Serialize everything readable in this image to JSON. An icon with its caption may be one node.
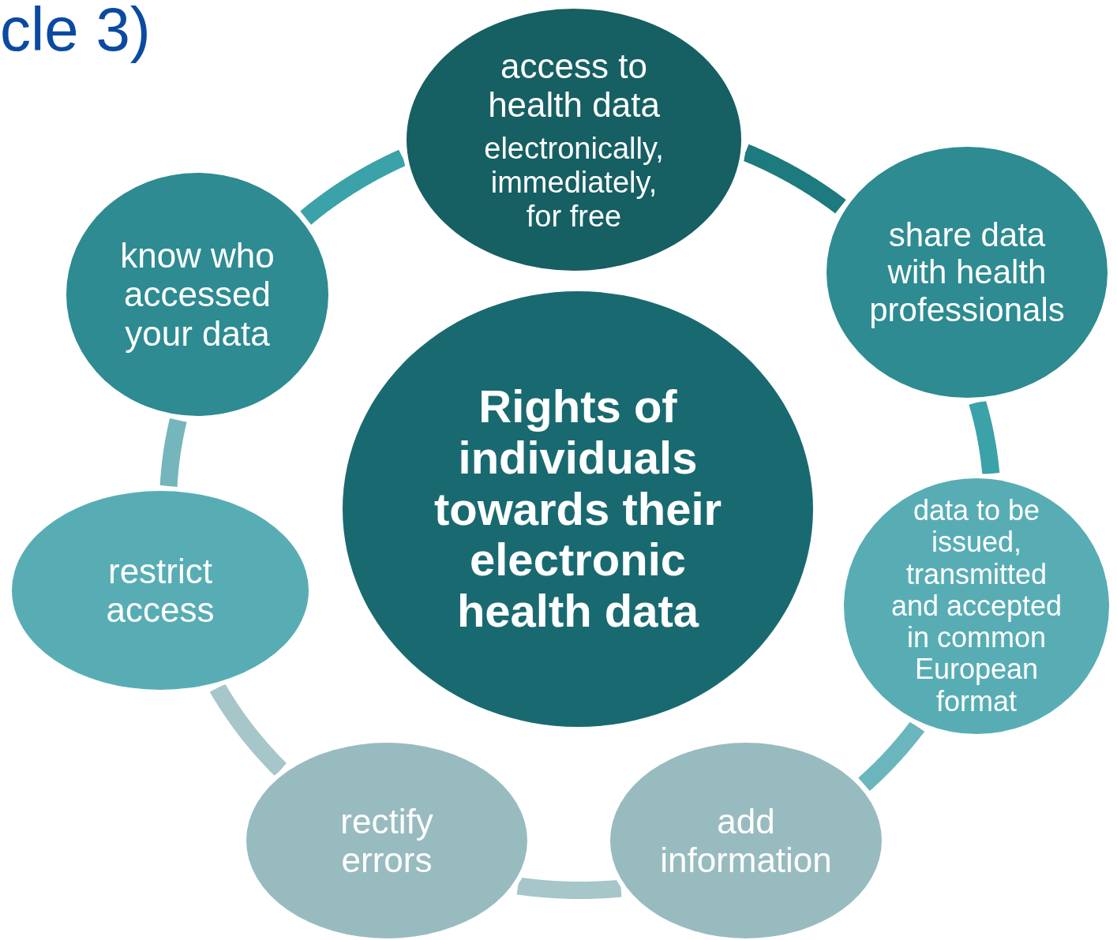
{
  "diagram": {
    "nodes": [
      {
        "text": [
          "Rights of individuals towards their electronic health data"
        ]
      },
      {
        "text": [
          "access to health data",
          "electronically, immediately, for free"
        ]
      },
      {
        "text": [
          "share data with health professionals"
        ]
      },
      {
        "text": [
          "data to be issued, transmitted and accepted in common European format"
        ]
      },
      {
        "text": [
          "add information"
        ]
      },
      {
        "text": [
          "rectify errors"
        ]
      },
      {
        "text": [
          "restrict access"
        ]
      },
      {
        "text": [
          "know who accessed your data"
        ]
      }
    ],
    "edges": [
      {
        "from": 1,
        "to": 2,
        "arrow": "none",
        "color": "#1d7a7e"
      },
      {
        "from": 2,
        "to": 3,
        "arrow": "none",
        "color": "#3aa2a8"
      },
      {
        "from": 3,
        "to": 4,
        "arrow": "none",
        "color": "#6ab6bc"
      },
      {
        "from": 4,
        "to": 5,
        "arrow": "none",
        "color": "#a6c6c9"
      },
      {
        "from": 5,
        "to": 6,
        "arrow": "none",
        "color": "#a6c6c9"
      },
      {
        "from": 6,
        "to": 7,
        "arrow": "none",
        "color": "#74b6bb"
      },
      {
        "from": 7,
        "to": 1,
        "arrow": "none",
        "color": "#3aa2a8"
      }
    ],
    "labels": [
      "cle 3)"
    ]
  }
}
